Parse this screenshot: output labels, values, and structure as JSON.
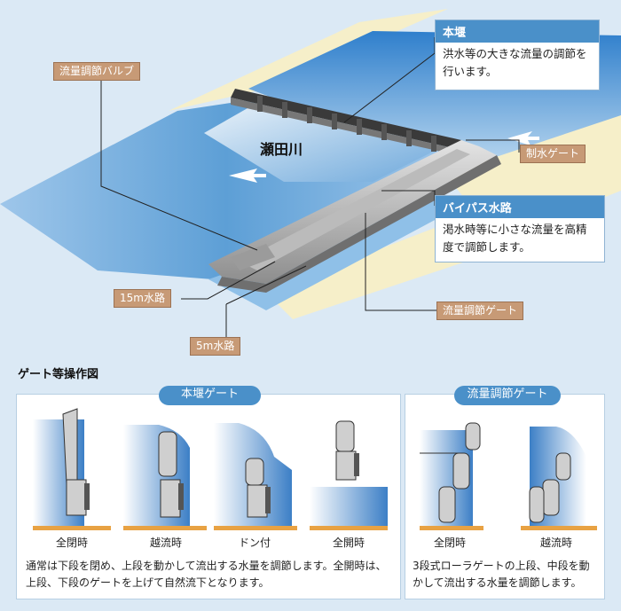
{
  "river_label": "瀬田川",
  "tags": {
    "flow_valve": "流量調節バルブ",
    "control_gate": "制水ゲート",
    "flow_gate": "流量調節ゲート",
    "channel_15m": "15m水路",
    "channel_5m": "5m水路"
  },
  "cards": {
    "main_weir": {
      "title": "本堰",
      "body": "洪水等の大きな流量の調節を行います。"
    },
    "bypass": {
      "title": "バイパス水路",
      "body": "渇水時等に小さな流量を高精度で調節します。"
    }
  },
  "section_title": "ゲート等操作図",
  "left_panel": {
    "title": "本堰ゲート",
    "states": [
      "全閉時",
      "越流時",
      "ドン付",
      "全開時"
    ],
    "description": "通常は下段を閉め、上段を動かして流出する水量を調節します。全開時は、上段、下段のゲートを上げて自然流下となります。"
  },
  "right_panel": {
    "title": "流量調節ゲート",
    "states": [
      "全閉時",
      "越流時"
    ],
    "description": "3段式ローラゲートの上段、中段を動かして流出する水量を調節します。"
  },
  "colors": {
    "accent": "#4a90c9",
    "tag": "#c79a76",
    "water": "#5d9fd6",
    "sand": "#f6efc9"
  }
}
